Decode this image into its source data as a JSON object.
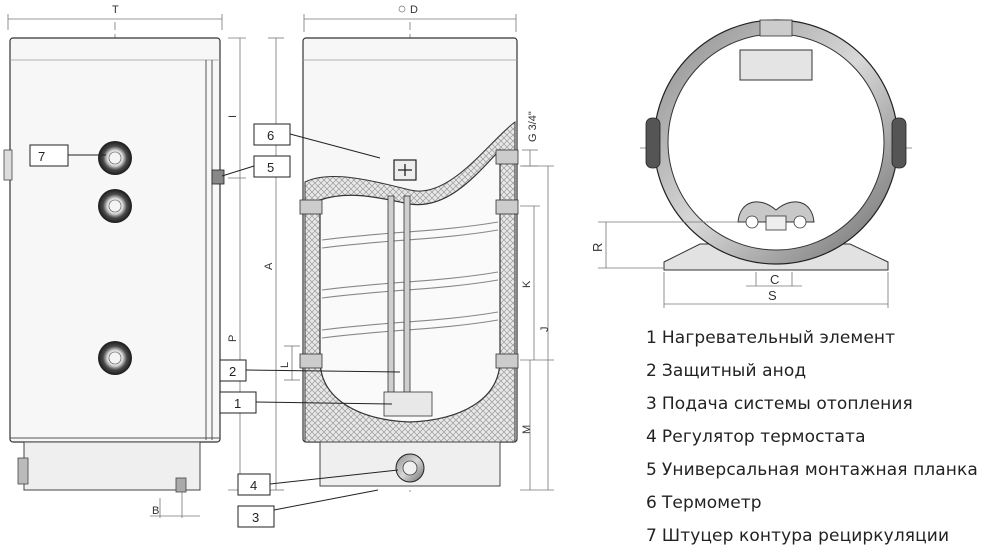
{
  "dimension_labels": {
    "T": "T",
    "D": "D",
    "I": "I",
    "P": "P",
    "B": "B",
    "A": "A",
    "L": "L",
    "G": "G 3/4\"",
    "K": "K",
    "J": "J",
    "M": "M",
    "R": "R",
    "C": "C",
    "S": "S"
  },
  "callouts": [
    {
      "num": "1"
    },
    {
      "num": "2"
    },
    {
      "num": "3"
    },
    {
      "num": "4"
    },
    {
      "num": "5"
    },
    {
      "num": "6"
    },
    {
      "num": "7"
    }
  ],
  "legend": [
    {
      "num": "1",
      "text": "Нагревательный элемент"
    },
    {
      "num": "2",
      "text": "Защитный анод"
    },
    {
      "num": "3",
      "text": "Подача системы отопления"
    },
    {
      "num": "4",
      "text": "Регулятор термостата"
    },
    {
      "num": "5",
      "text": "Универсальная монтажная планка"
    },
    {
      "num": "6",
      "text": "Термометр"
    },
    {
      "num": "7",
      "text": "Штуцер контура рециркуляции"
    }
  ]
}
